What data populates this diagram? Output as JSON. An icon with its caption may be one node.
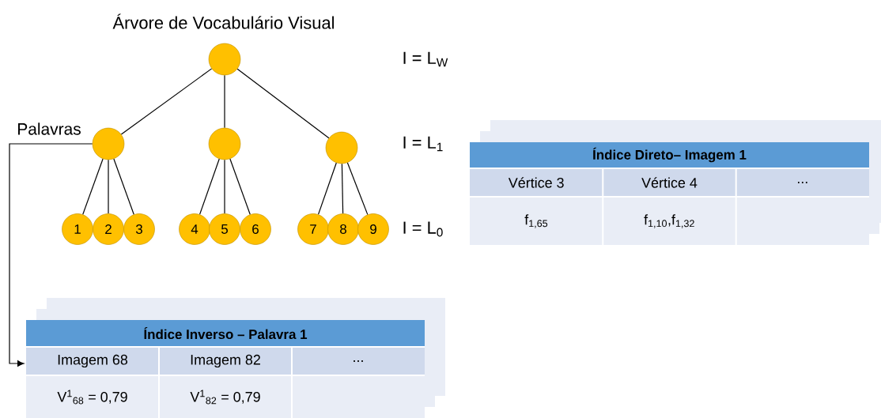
{
  "diagram": {
    "title": "Árvore de Vocabulário Visual",
    "nodes": [
      {
        "text": [],
        "shape": "circle"
      },
      {
        "text": [],
        "shape": "circle",
        "beside": [
          "Palavras"
        ]
      },
      {
        "text": [],
        "shape": "circle"
      },
      {
        "text": [],
        "shape": "circle"
      },
      {
        "text": [
          "1"
        ]
      },
      {
        "text": [
          "2"
        ]
      },
      {
        "text": [
          "3"
        ]
      },
      {
        "text": [
          "4"
        ]
      },
      {
        "text": [
          "5"
        ]
      },
      {
        "text": [
          "6"
        ]
      },
      {
        "text": [
          "7"
        ]
      },
      {
        "text": [
          "8"
        ]
      },
      {
        "text": [
          "9"
        ]
      },
      {
        "text": [
          "Índice Inverso – Palavra 1",
          "Imagem 68",
          "Imagem 82",
          "...",
          "V$^{1}$$_{68}$ = 0,79",
          "V$^{1}$$_{82}$ = 0,79"
        ]
      },
      {
        "text": [
          "Índice Direto– Imagem 1",
          "Vértice 3",
          "Vértice 4",
          "...",
          "f$_{1,65}$",
          "f$_{1,10}$,f$_{1,32}$"
        ]
      }
    ],
    "edges": [
      {
        "from": 0,
        "to": 1,
        "arrow": "none"
      },
      {
        "from": 0,
        "to": 2,
        "arrow": "none"
      },
      {
        "from": 0,
        "to": 3,
        "arrow": "none"
      },
      {
        "from": 1,
        "to": 4,
        "arrow": "none"
      },
      {
        "from": 1,
        "to": 5,
        "arrow": "none"
      },
      {
        "from": 1,
        "to": 6,
        "arrow": "none"
      },
      {
        "from": 2,
        "to": 7,
        "arrow": "none"
      },
      {
        "from": 2,
        "to": 8,
        "arrow": "none"
      },
      {
        "from": 2,
        "to": 9,
        "arrow": "none"
      },
      {
        "from": 3,
        "to": 10,
        "arrow": "none"
      },
      {
        "from": 3,
        "to": 11,
        "arrow": "none"
      },
      {
        "from": 3,
        "to": 12,
        "arrow": "none"
      },
      {
        "from": 1,
        "to": 13,
        "arrow": "to"
      }
    ],
    "labels": [
      "I = L$_{W}$",
      "I = L$_{1}$",
      "I = L$_{0}$"
    ]
  }
}
